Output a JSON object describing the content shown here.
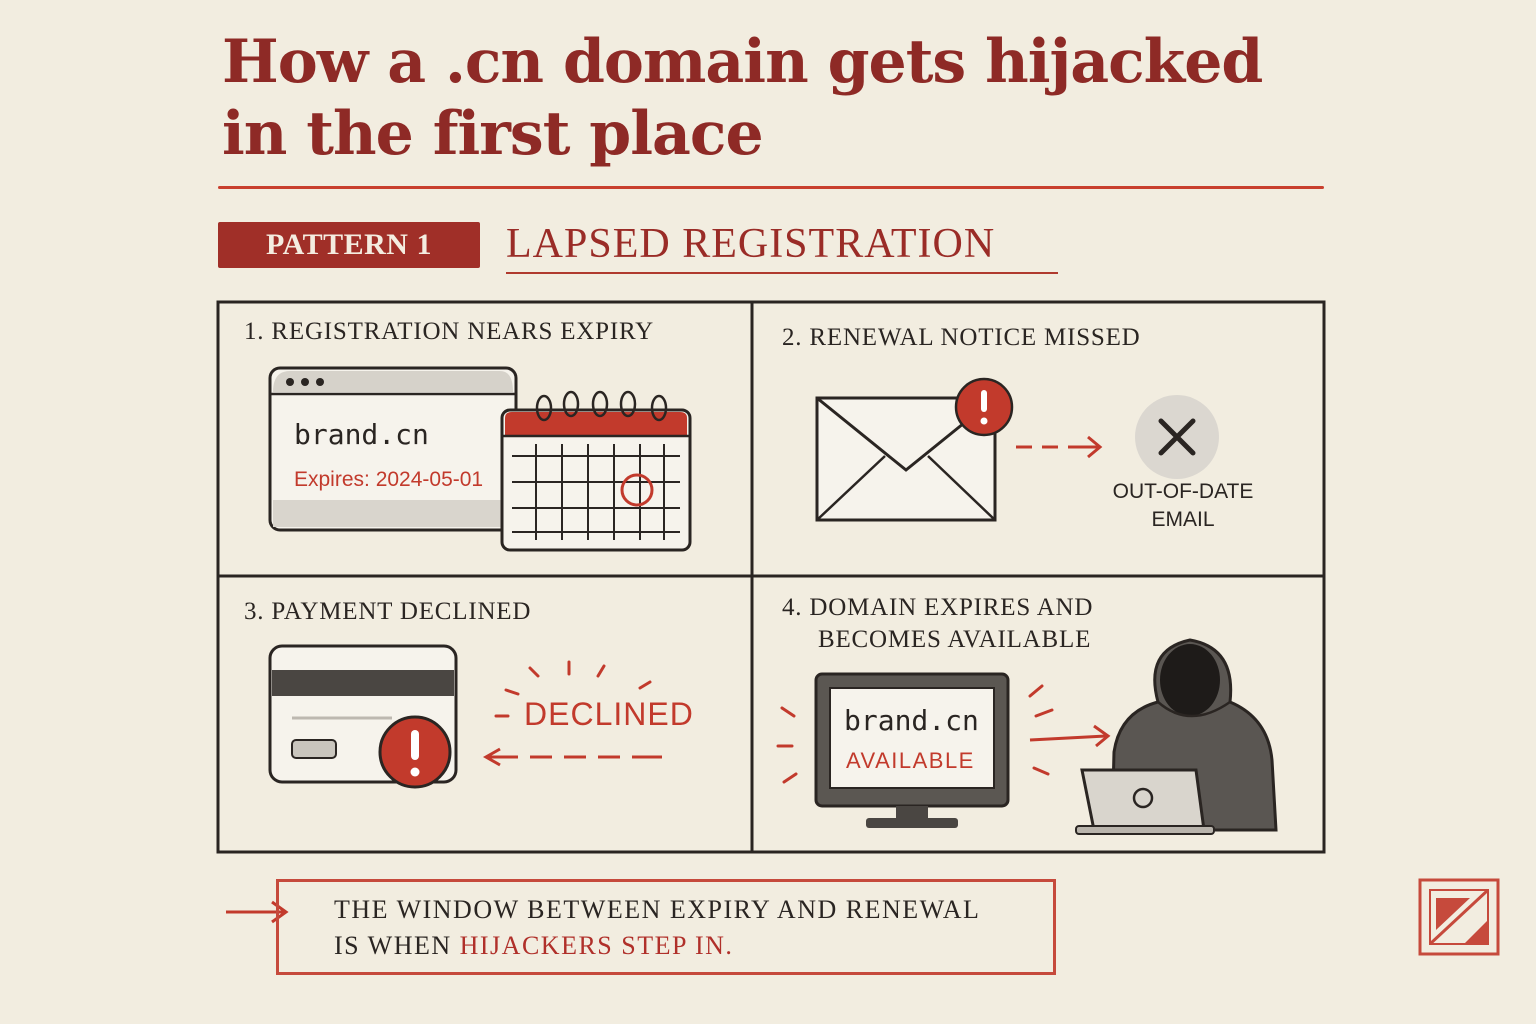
{
  "title": {
    "line1": "How a .cn domain gets hijacked",
    "line2": "in the first place"
  },
  "pattern": {
    "badge": "PATTERN 1",
    "name": "LAPSED REGISTRATION"
  },
  "panels": [
    {
      "label": "1. REGISTRATION NEARS EXPIRY",
      "domain": "brand.cn",
      "expires": "Expires: 2024-05-01"
    },
    {
      "label": "2. RENEWAL NOTICE MISSED",
      "status_line1": "OUT-OF-DATE",
      "status_line2": "EMAIL"
    },
    {
      "label": "3. PAYMENT DECLINED",
      "status": "DECLINED"
    },
    {
      "label_line1": "4. DOMAIN EXPIRES AND",
      "label_line2": "BECOMES AVAILABLE",
      "domain": "brand.cn",
      "status": "AVAILABLE"
    }
  ],
  "note": {
    "line1": "THE WINDOW BETWEEN EXPIRY AND RENEWAL",
    "line2_prefix": "IS WHEN ",
    "line2_highlight": "HIJACKERS STEP IN."
  },
  "colors": {
    "accent": "#c23a2c",
    "title": "#8e2a26",
    "ink": "#2a2522",
    "paper": "#f2ede0"
  },
  "icons": [
    "browser-window-icon",
    "calendar-icon",
    "envelope-icon",
    "alert-icon",
    "x-mark-icon",
    "credit-card-icon",
    "monitor-icon",
    "hacker-icon",
    "laptop-icon",
    "arrow-icon",
    "stamp-icon"
  ]
}
